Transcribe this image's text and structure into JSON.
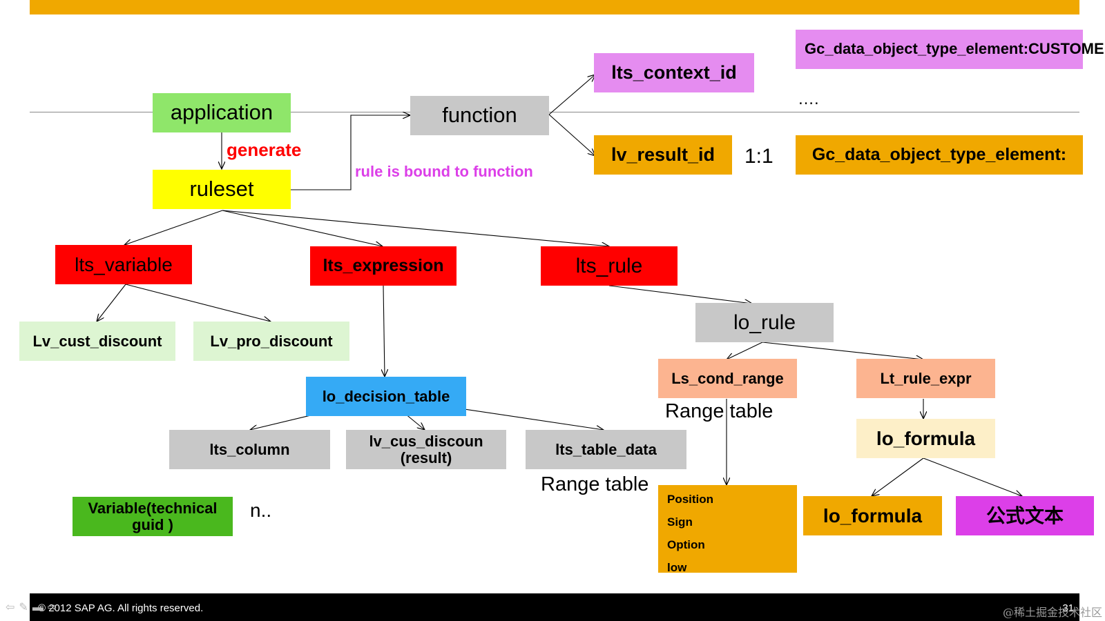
{
  "nodes": {
    "application": "application",
    "function": "function",
    "ruleset": "ruleset",
    "lts_context_id": "lts_context_id",
    "lv_result_id": "lv_result_id",
    "gc_customer": "Gc_data_object_type_element:CUSTOMER",
    "gc_data": "Gc_data_object_type_element:",
    "lts_variable": "lts_variable",
    "lts_expression": "lts_expression",
    "lts_rule": "lts_rule",
    "lv_cust_discount": "Lv_cust_discount",
    "lv_pro_discount": "Lv_pro_discount",
    "lo_rule": "lo_rule",
    "lo_decision_table": "lo_decision_table",
    "ls_cond_range": "Ls_cond_range",
    "lt_rule_expr": "Lt_rule_expr",
    "lts_column": "lts_column",
    "lv_cus_discoun": "lv_cus_discoun (result)",
    "lts_table_data": "lts_table_data",
    "lo_formula_top": "lo_formula",
    "lo_formula_bottom": "lo_formula",
    "formula_text": "公式文本",
    "variable_guid": "Variable(technical guid )",
    "range_items": [
      "Position",
      "Sign",
      "Option",
      "low"
    ]
  },
  "labels": {
    "generate": "generate",
    "rule_bound": "rule is bound to function",
    "ellipsis": "….",
    "ratio": "1:1",
    "range_table_1": "Range table",
    "range_table_2": "Range table",
    "n_dots": "n.."
  },
  "footer": {
    "copyright": "© 2012 SAP AG. All rights reserved.",
    "page_number": "31",
    "watermark": "@稀土掘金技术社区"
  },
  "colors": {
    "accent_orange": "#f0a800",
    "green": "#8fe66a",
    "yellow": "#ffff00",
    "grey": "#c8c8c8",
    "red": "#ff0000",
    "magenta": "#e58cf0",
    "light_green": "#ddf5d2",
    "blue": "#35aaf5",
    "salmon": "#fcb490",
    "cream": "#fdefc8",
    "purple": "#dc3fe8",
    "dark_green": "#4ab81e"
  }
}
